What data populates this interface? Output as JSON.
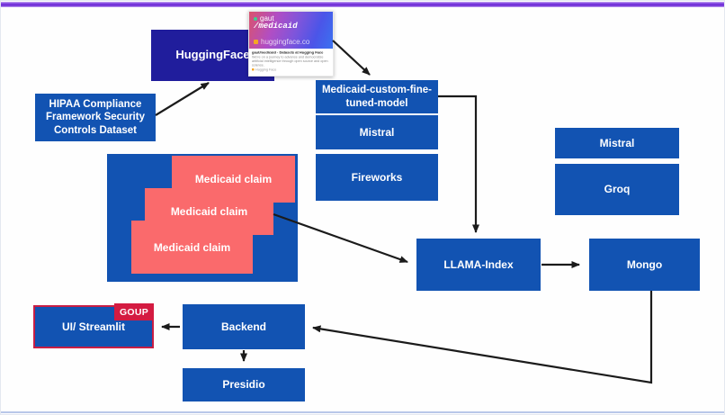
{
  "accent": {
    "top_bar_color": "#7a39dd",
    "bottom_bar_color": "#b9c7e9",
    "node_blue": "#1253b2",
    "huggingface_indigo": "#201d9c",
    "claim_red": "#fa6a6c",
    "badge_crimson": "#d41b41",
    "ui_border_crimson": "#c81e45",
    "arrow_black": "#1b1b1b"
  },
  "nodes": {
    "huggingface": {
      "label": "HuggingFace"
    },
    "hipaa": {
      "label": "HIPAA Compliance Framework Security Controls Dataset"
    },
    "model": {
      "label": "Medicaid-custom-fine-tuned-model"
    },
    "mistral_finetune": {
      "label": "Mistral"
    },
    "fireworks": {
      "label": "Fireworks"
    },
    "mistral_inference": {
      "label": "Mistral"
    },
    "groq": {
      "label": "Groq"
    },
    "llama_index": {
      "label": "LLAMA-Index"
    },
    "mongo": {
      "label": "Mongo"
    },
    "ui": {
      "label": "UI/ Streamlit",
      "badge": "GOUP"
    },
    "backend": {
      "label": "Backend"
    },
    "presidio": {
      "label": "Presidio"
    }
  },
  "claims": [
    "Medicaid claim",
    "Medicaid claim",
    "Medicaid claim"
  ],
  "preview_card": {
    "account": "gaut",
    "repo_path": "/medicaid",
    "domain": "huggingface.co",
    "title": "gaut/medicaid · Datasets at Hugging Face",
    "description": "We're on a journey to advance and democratize artificial intelligence through open source and open science.",
    "footer": "Hugging Face"
  }
}
